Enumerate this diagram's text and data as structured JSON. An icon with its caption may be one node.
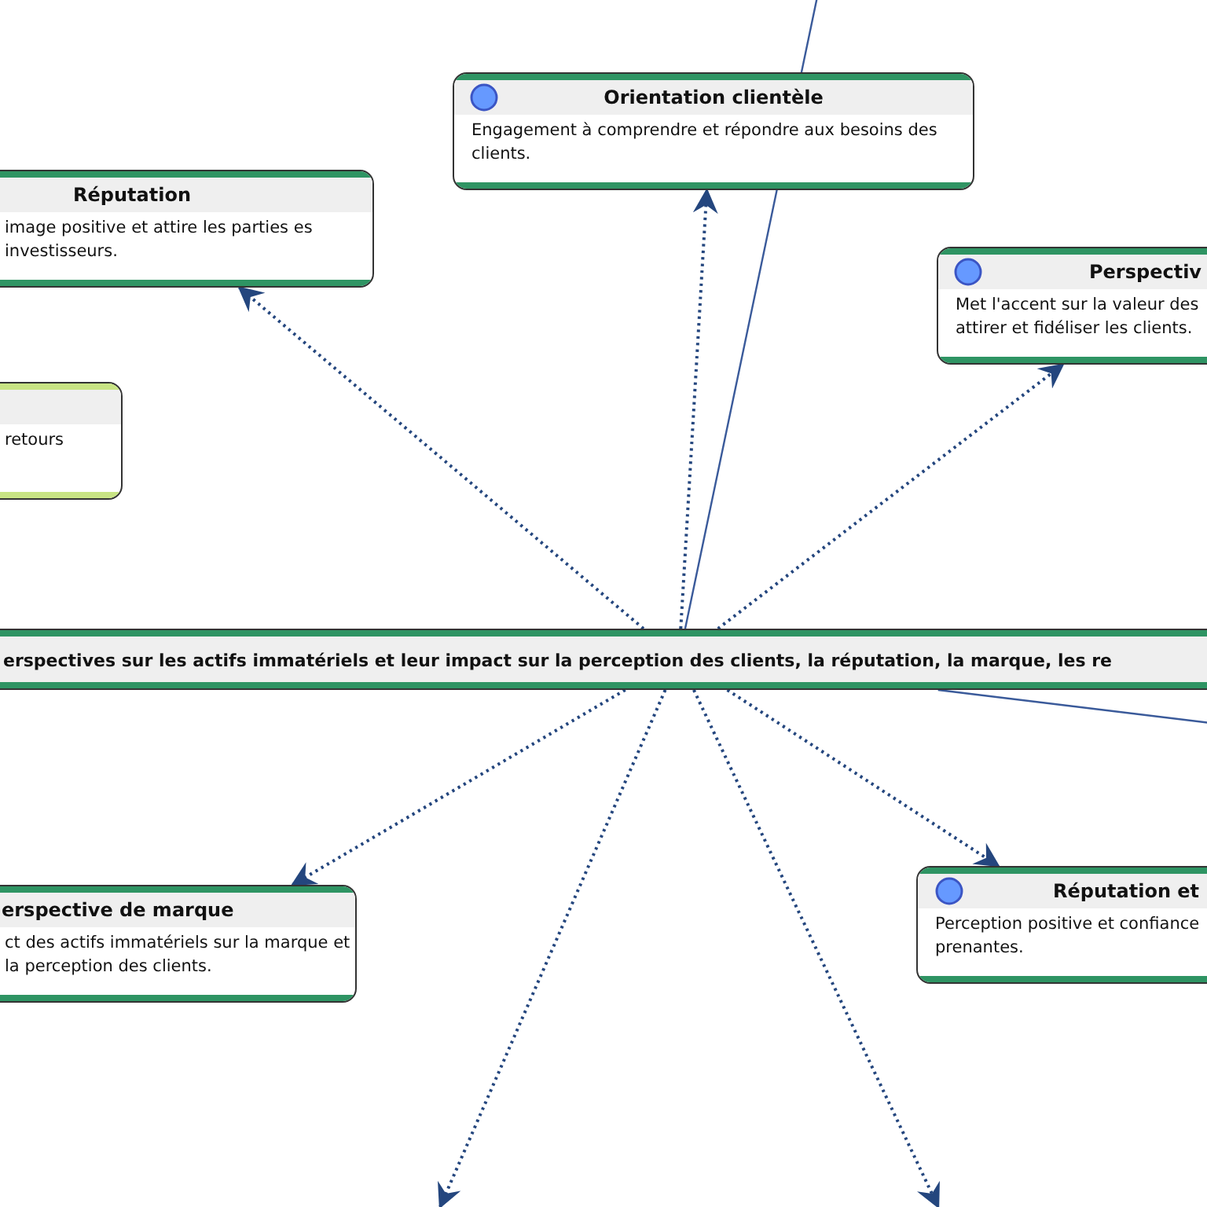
{
  "diagram": {
    "nodes": [
      {
        "text": [
          "erspectives sur les actifs immatériels et leur impact sur la perception des clients, la réputation, la marque, les re"
        ]
      },
      {
        "text": [
          "Orientation clientèle",
          "Engagement à comprendre et répondre aux besoins des clients."
        ]
      },
      {
        "text": [
          "Réputation",
          "image positive et attire les parties es investisseurs."
        ]
      },
      {
        "text": [
          "retours"
        ]
      },
      {
        "text": [
          "Perspectiv",
          "Met l'accent sur la valeur des attirer et fidéliser les clients."
        ]
      },
      {
        "text": [
          "erspective de marque",
          "ct des actifs immatériels sur la marque et la perception des clients."
        ]
      },
      {
        "text": [
          "Réputation et",
          "Perception positive et confiance prenantes."
        ]
      }
    ],
    "edges": [
      {
        "from": 0,
        "to": 1,
        "arrow": "to",
        "style": "dashed"
      },
      {
        "from": 0,
        "to": 2,
        "arrow": "to",
        "style": "dashed"
      },
      {
        "from": 0,
        "to": 4,
        "arrow": "to",
        "style": "dashed"
      },
      {
        "from": 0,
        "to": 5,
        "arrow": "to",
        "style": "dashed"
      },
      {
        "from": 0,
        "to": 6,
        "arrow": "to",
        "style": "dashed"
      },
      {
        "from": 0,
        "to": null,
        "arrow": "to",
        "style": "dashed"
      },
      {
        "from": 0,
        "to": null,
        "arrow": "to",
        "style": "dashed"
      },
      {
        "from": null,
        "to": 0,
        "arrow": "none"
      },
      {
        "from": 0,
        "to": null,
        "arrow": "none"
      }
    ]
  }
}
